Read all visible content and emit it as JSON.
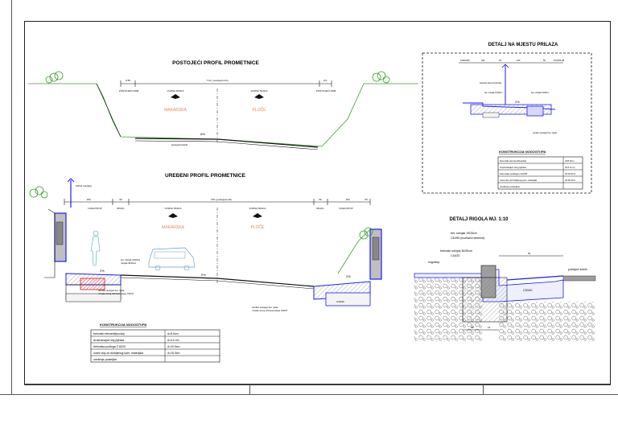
{
  "existing": {
    "title": "POSTOJEĆI PROFIL PROMETNICE",
    "dim_total": "7.10 ( postojeća širi)",
    "dim_left": "0.65",
    "dim_right": "0.5",
    "lane_left": "VOZNA TRAKA",
    "lane_right": "VOZNA TRAKA",
    "dest_left": "MAKARSKA",
    "dest_right": "PLOČE",
    "side_left": "POSTOJEĆI ROB",
    "side_right": "POSTOJEĆI ROB",
    "slope": "6%",
    "surface_note": "postojeći kolnik"
  },
  "arranged": {
    "title": "UREĐENI PROFIL PROMETNICE",
    "dim_total": "700 ( postojeća širi)",
    "dims": [
      "150",
      "50",
      "50",
      "150",
      "50"
    ],
    "nogostup_left": "NOGOSTUP",
    "rigol_left": "RIGOL",
    "rigol_right": "RIGOL",
    "nogostup_right": "NOGOSTUP",
    "lane_left": "VOZNA TRAKA",
    "lane_right": "VOZNA TRAKA",
    "dest_left": "MAKARSKA",
    "dest_right": "PLOČE",
    "slope_left": "2%",
    "slope_mid": "2%",
    "slope_right": "2%",
    "lamp_note": "Ulična rasvjeta",
    "notes_left": [
      "bet. rubnjak 15/25cm",
      "rubnjak 30/30cm",
      "utvrđeni postojeći bet. rigola",
      "i izrada novog od betona klase C30/37"
    ],
    "notes_right": [
      "utvrđeni postojeći bet. rigola",
      "i izrada novog od betona klase C30/37"
    ],
    "c_label": "C30/40"
  },
  "layers_table_main": {
    "title": "KONSTRUKCIJA NOGOSTUPA",
    "rows": [
      {
        "name": "betonski elementi(kocka)",
        "value": "d=8.0cm"
      },
      {
        "name": "izravnavajući sloj pijeska",
        "value": "d=4.0 cm"
      },
      {
        "name": "betonska podloga C16/20",
        "value": "d=10.0cm"
      },
      {
        "name": "nosivi sloj od drobljenog kam. materijala",
        "value": "d=15.0cm"
      },
      {
        "name": "uređenje posteljice",
        "value": ""
      }
    ]
  },
  "detail_approach": {
    "title": "DETALJ NA MJESTU PRILAZA",
    "dims": [
      "100/100/5",
      "200",
      "25",
      "100",
      "50",
      "KOLNIK 88"
    ],
    "slope": "2%",
    "notes": [
      "betonski elementi (kocka)",
      "bet. rubnjak 15/25cm",
      "bet. rubnjak 15/25cm",
      "utvrđeni postojeći bet. rigola"
    ]
  },
  "layers_table_detail": {
    "title": "KONSTRUKCIJA NOGOSTUPA",
    "rows": [
      {
        "name": "betonski elementi(kocka)",
        "value": "d=8.0cm"
      },
      {
        "name": "izravnavajući sloj pijeska",
        "value": "d=4.0 cm"
      },
      {
        "name": "betonska podloga C16/20",
        "value": "d=10.0cm"
      },
      {
        "name": "nosivi sloj od drobljenog kam. materijala",
        "value": "d=15.0cm"
      },
      {
        "name": "uređenje posteljice",
        "value": ""
      }
    ]
  },
  "detail_rigol": {
    "title": "DETALJ RIGOLA  MJ. 1:10",
    "label1": "bet. rubnjak 15/25cm",
    "label2": "C40/50 (montažni element)",
    "label3": "betonski rubnjak 30/30cm",
    "label4": "C16/20",
    "label5": "nogostup",
    "label6": "postojeći kolnik",
    "dim_top": "50",
    "c_label": "C30/40",
    "dims_bottom": [
      "15",
      "15"
    ]
  },
  "colors": {
    "line": "#111111",
    "blue": "#1a1aff",
    "red": "#e2121b",
    "green": "#3aa02c",
    "grey": "#bfbfbf",
    "orange": "#e8884f"
  }
}
